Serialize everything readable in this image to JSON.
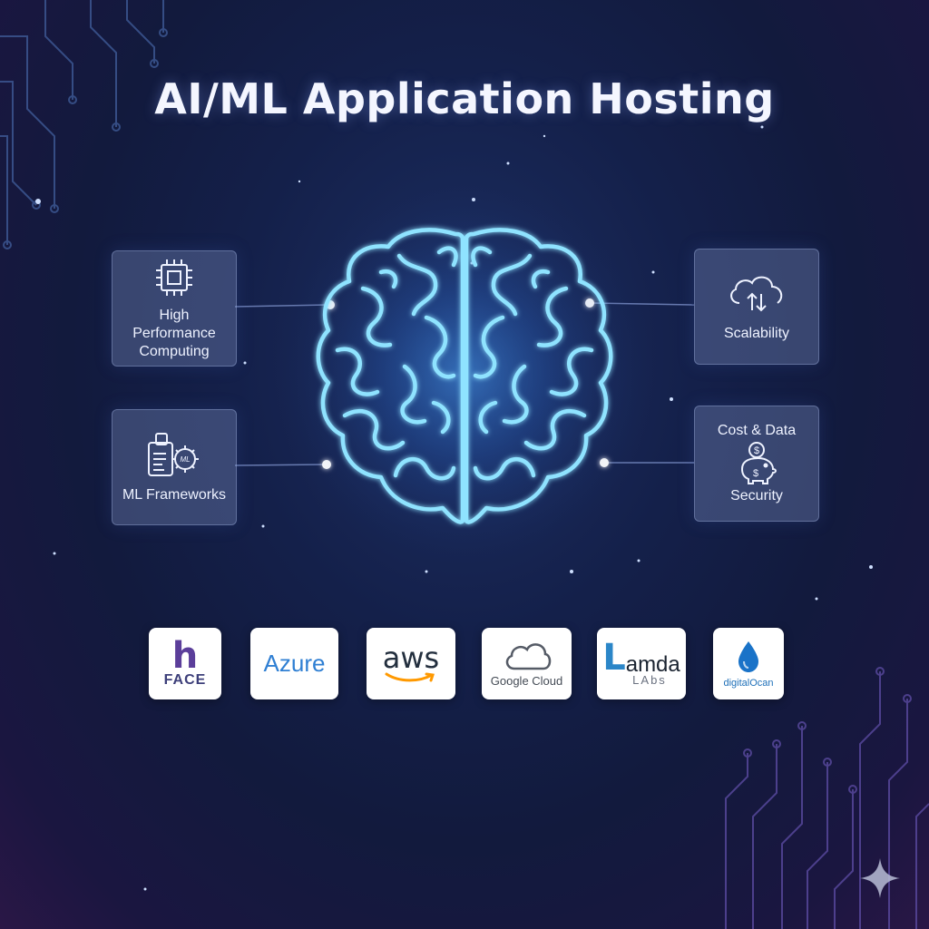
{
  "title": "AI/ML Application Hosting",
  "center": {
    "icon": "brain-icon"
  },
  "features": {
    "hpc": {
      "label": "High Performance Computing",
      "icon": "cpu-chip-icon"
    },
    "ml_frameworks": {
      "label": "ML Frameworks",
      "icon": "ml-gear-document-icon"
    },
    "scalability": {
      "label": "Scalability",
      "icon": "cloud-arrows-icon"
    },
    "cost_security": {
      "label_top": "Cost & Data",
      "label_bottom": "Security",
      "icon": "piggy-bank-dollar-icon"
    }
  },
  "providers": {
    "huggingface": {
      "mark": "h",
      "name": "FACE"
    },
    "azure": {
      "name": "Azure"
    },
    "aws": {
      "name": "aws"
    },
    "google_cloud": {
      "name": "Google Cloud"
    },
    "lambda": {
      "mark": "L",
      "name": "amda",
      "sub": "LAbs"
    },
    "digitalocean": {
      "name": "digitalOcan"
    }
  },
  "colors": {
    "background": "#14204a",
    "accent_glow": "#7fd8ff",
    "card": "#6f83b5",
    "azure_blue": "#2f7fd3",
    "aws_orange": "#ff9900",
    "hf_purple": "#5b3e9a",
    "do_blue": "#1d6fb8"
  }
}
